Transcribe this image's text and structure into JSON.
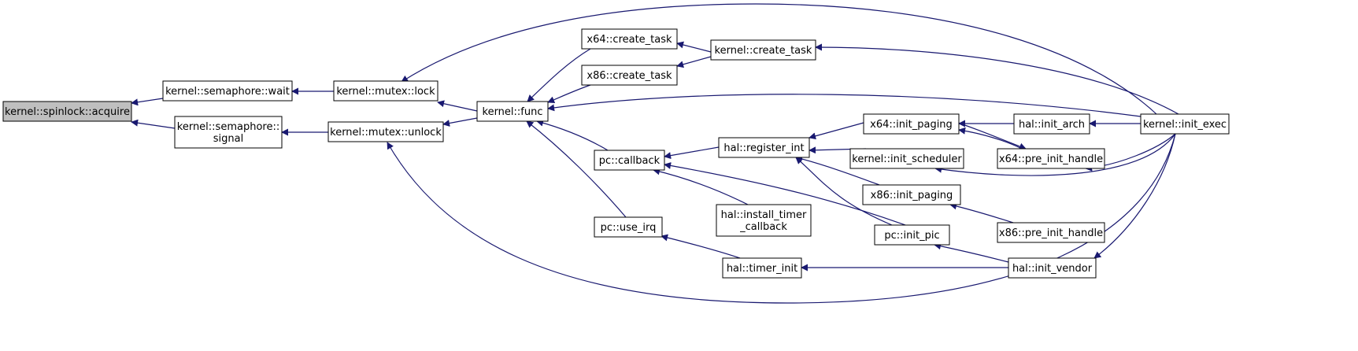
{
  "diagram": {
    "type": "call-graph",
    "colors": {
      "edge": "#191970",
      "node_fill": "#ffffff",
      "root_fill": "#bfbfbf",
      "border": "#000000"
    },
    "nodes": [
      {
        "id": "spinlock_acquire",
        "lines": [
          "kernel::spinlock::acquire"
        ],
        "root": true
      },
      {
        "id": "sem_wait",
        "lines": [
          "kernel::semaphore::wait"
        ]
      },
      {
        "id": "sem_signal",
        "lines": [
          "kernel::semaphore::",
          "signal"
        ]
      },
      {
        "id": "mutex_lock",
        "lines": [
          "kernel::mutex::lock"
        ]
      },
      {
        "id": "mutex_unlock",
        "lines": [
          "kernel::mutex::unlock"
        ]
      },
      {
        "id": "kernel_func",
        "lines": [
          "kernel::func"
        ]
      },
      {
        "id": "x64_create_task",
        "lines": [
          "x64::create_task"
        ]
      },
      {
        "id": "x86_create_task",
        "lines": [
          "x86::create_task"
        ]
      },
      {
        "id": "kernel_create_task",
        "lines": [
          "kernel::create_task"
        ]
      },
      {
        "id": "pc_callback",
        "lines": [
          "pc::callback"
        ]
      },
      {
        "id": "pc_use_irq",
        "lines": [
          "pc::use_irq"
        ]
      },
      {
        "id": "hal_register_int",
        "lines": [
          "hal::register_int"
        ]
      },
      {
        "id": "hal_install_timer_callback",
        "lines": [
          "hal::install_timer",
          "_callback"
        ]
      },
      {
        "id": "hal_timer_init",
        "lines": [
          "hal::timer_init"
        ]
      },
      {
        "id": "x64_init_paging",
        "lines": [
          "x64::init_paging"
        ]
      },
      {
        "id": "kernel_init_scheduler",
        "lines": [
          "kernel::init_scheduler"
        ]
      },
      {
        "id": "x86_init_paging",
        "lines": [
          "x86::init_paging"
        ]
      },
      {
        "id": "pc_init_pic",
        "lines": [
          "pc::init_pic"
        ]
      },
      {
        "id": "hal_init_arch",
        "lines": [
          "hal::init_arch"
        ]
      },
      {
        "id": "x64_pre_init_handle",
        "lines": [
          "x64::pre_init_handle"
        ]
      },
      {
        "id": "x86_pre_init_handle",
        "lines": [
          "x86::pre_init_handle"
        ]
      },
      {
        "id": "hal_init_vendor",
        "lines": [
          "hal::init_vendor"
        ]
      },
      {
        "id": "kernel_init_exec",
        "lines": [
          "kernel::init_exec"
        ]
      }
    ],
    "edges": [
      {
        "from": "sem_wait",
        "to": "spinlock_acquire"
      },
      {
        "from": "sem_signal",
        "to": "spinlock_acquire"
      },
      {
        "from": "mutex_lock",
        "to": "sem_wait"
      },
      {
        "from": "mutex_unlock",
        "to": "sem_signal"
      },
      {
        "from": "kernel_func",
        "to": "mutex_lock"
      },
      {
        "from": "kernel_func",
        "to": "mutex_unlock"
      },
      {
        "from": "kernel_init_exec",
        "to": "mutex_lock"
      },
      {
        "from": "kernel_init_exec",
        "to": "mutex_unlock"
      },
      {
        "from": "x64_create_task",
        "to": "kernel_func"
      },
      {
        "from": "x86_create_task",
        "to": "kernel_func"
      },
      {
        "from": "kernel_init_exec",
        "to": "kernel_func"
      },
      {
        "from": "pc_callback",
        "to": "kernel_func"
      },
      {
        "from": "pc_use_irq",
        "to": "kernel_func"
      },
      {
        "from": "kernel_create_task",
        "to": "x64_create_task"
      },
      {
        "from": "kernel_create_task",
        "to": "x86_create_task"
      },
      {
        "from": "kernel_init_exec",
        "to": "kernel_create_task"
      },
      {
        "from": "hal_register_int",
        "to": "pc_callback"
      },
      {
        "from": "hal_install_timer_callback",
        "to": "pc_callback"
      },
      {
        "from": "pc_init_pic",
        "to": "pc_callback"
      },
      {
        "from": "hal_timer_init",
        "to": "pc_use_irq"
      },
      {
        "from": "x64_init_paging",
        "to": "hal_register_int"
      },
      {
        "from": "kernel_init_scheduler",
        "to": "hal_register_int"
      },
      {
        "from": "x86_init_paging",
        "to": "hal_register_int"
      },
      {
        "from": "pc_init_pic",
        "to": "hal_register_int"
      },
      {
        "from": "hal_init_vendor",
        "to": "hal_timer_init"
      },
      {
        "from": "hal_init_arch",
        "to": "x64_init_paging"
      },
      {
        "from": "x64_pre_init_handle",
        "to": "x64_init_paging"
      },
      {
        "from": "x64_init_paging",
        "to": "x64_pre_init_handle"
      },
      {
        "from": "kernel_init_exec",
        "to": "kernel_init_scheduler"
      },
      {
        "from": "x86_pre_init_handle",
        "to": "x86_init_paging"
      },
      {
        "from": "hal_init_vendor",
        "to": "pc_init_pic"
      },
      {
        "from": "kernel_init_exec",
        "to": "hal_init_arch"
      },
      {
        "from": "kernel_init_exec",
        "to": "x64_pre_init_handle"
      },
      {
        "from": "kernel_init_exec",
        "to": "hal_init_vendor"
      }
    ]
  }
}
